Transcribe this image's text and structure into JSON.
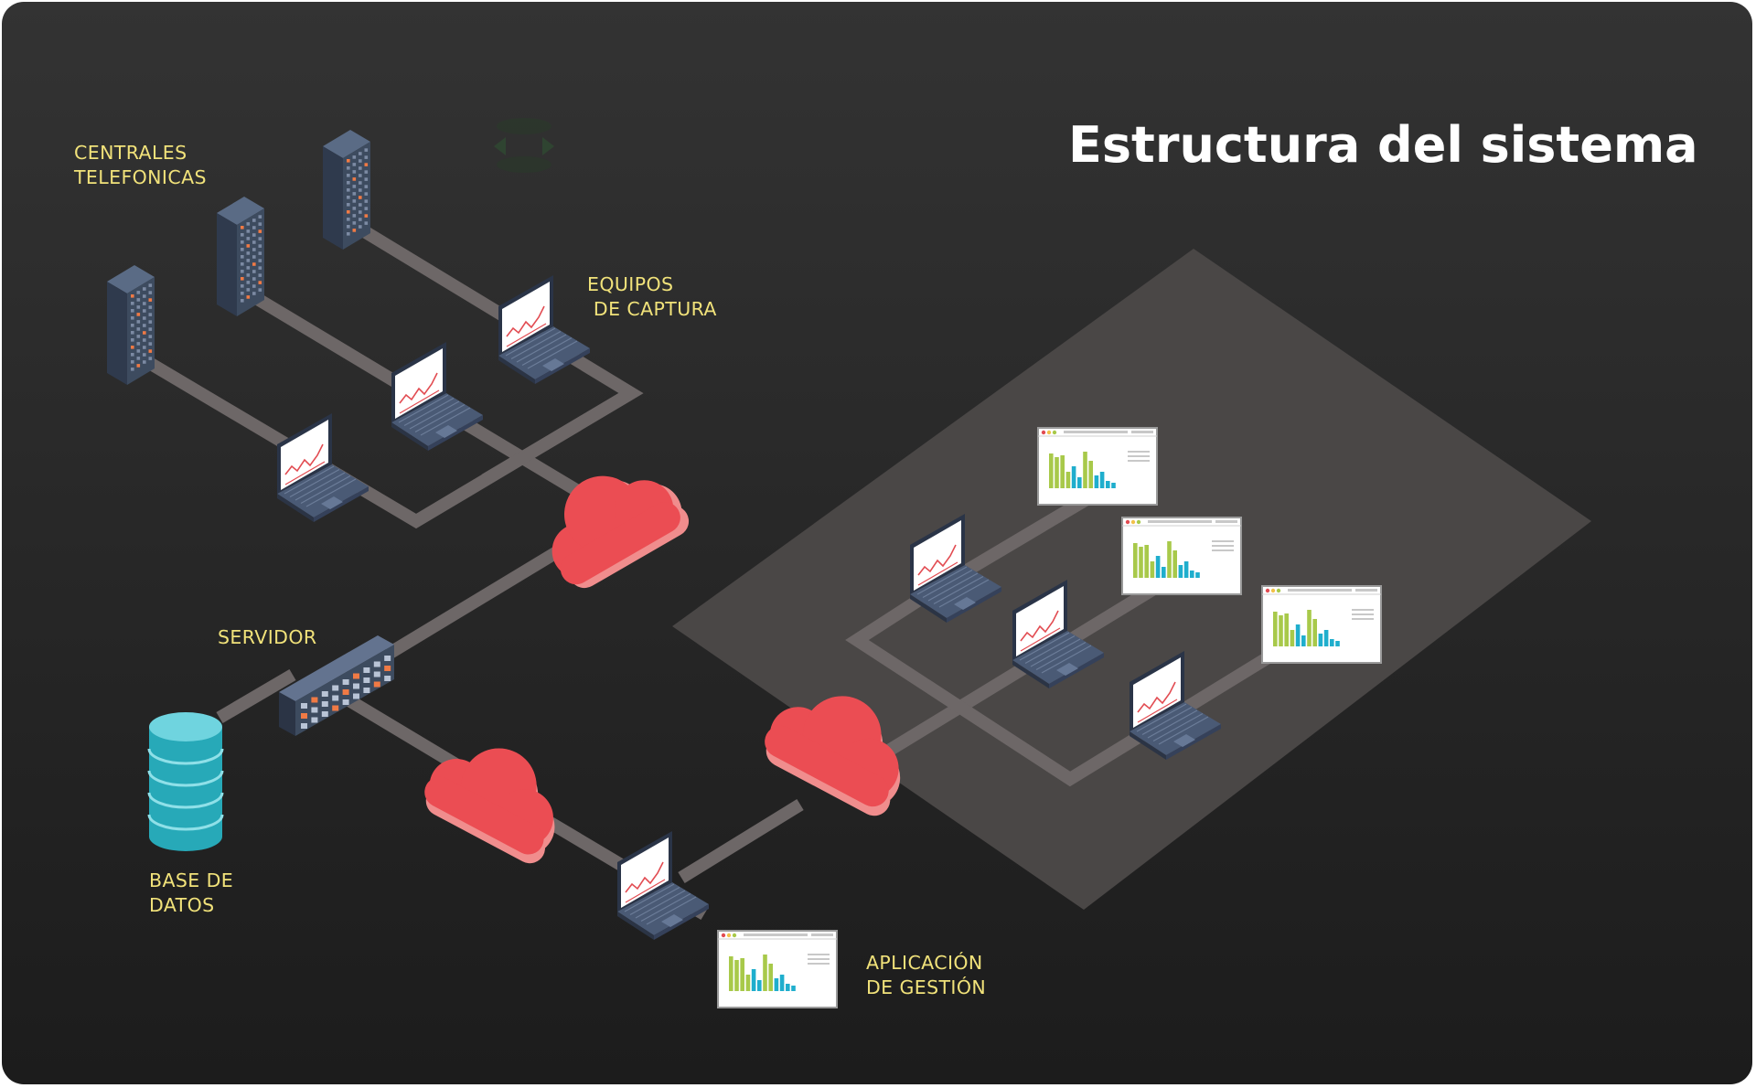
{
  "title": "Estructura del sistema",
  "labels": {
    "switches": "CENTRALES\nTELEFONICAS",
    "capture": "EQUIPOS\n DE CAPTURA",
    "server": "SERVIDOR",
    "database": "BASE DE\nDATOS",
    "app": "APLICACIÓN\nDE GESTIÓN"
  },
  "icons": {
    "switch": "phone-exchange-tower-icon",
    "laptop": "laptop-icon",
    "cloud": "cloud-icon",
    "server": "server-rack-icon",
    "database": "database-icon",
    "dashboard": "dashboard-window-icon"
  },
  "colors": {
    "background_top": "#333333",
    "background_bottom": "#1c1c1c",
    "label": "#f1e27a",
    "title": "#ffffff",
    "connector": "#6d6767",
    "zone": "#4a4746",
    "cloud": "#eb4d53",
    "cloud_edge": "#f08d8d",
    "device": "#3d4b5f",
    "database": "#2fbccc",
    "chart_green": "#a8c94a",
    "chart_blue": "#1faecd",
    "chart_line": "#e24c52"
  }
}
